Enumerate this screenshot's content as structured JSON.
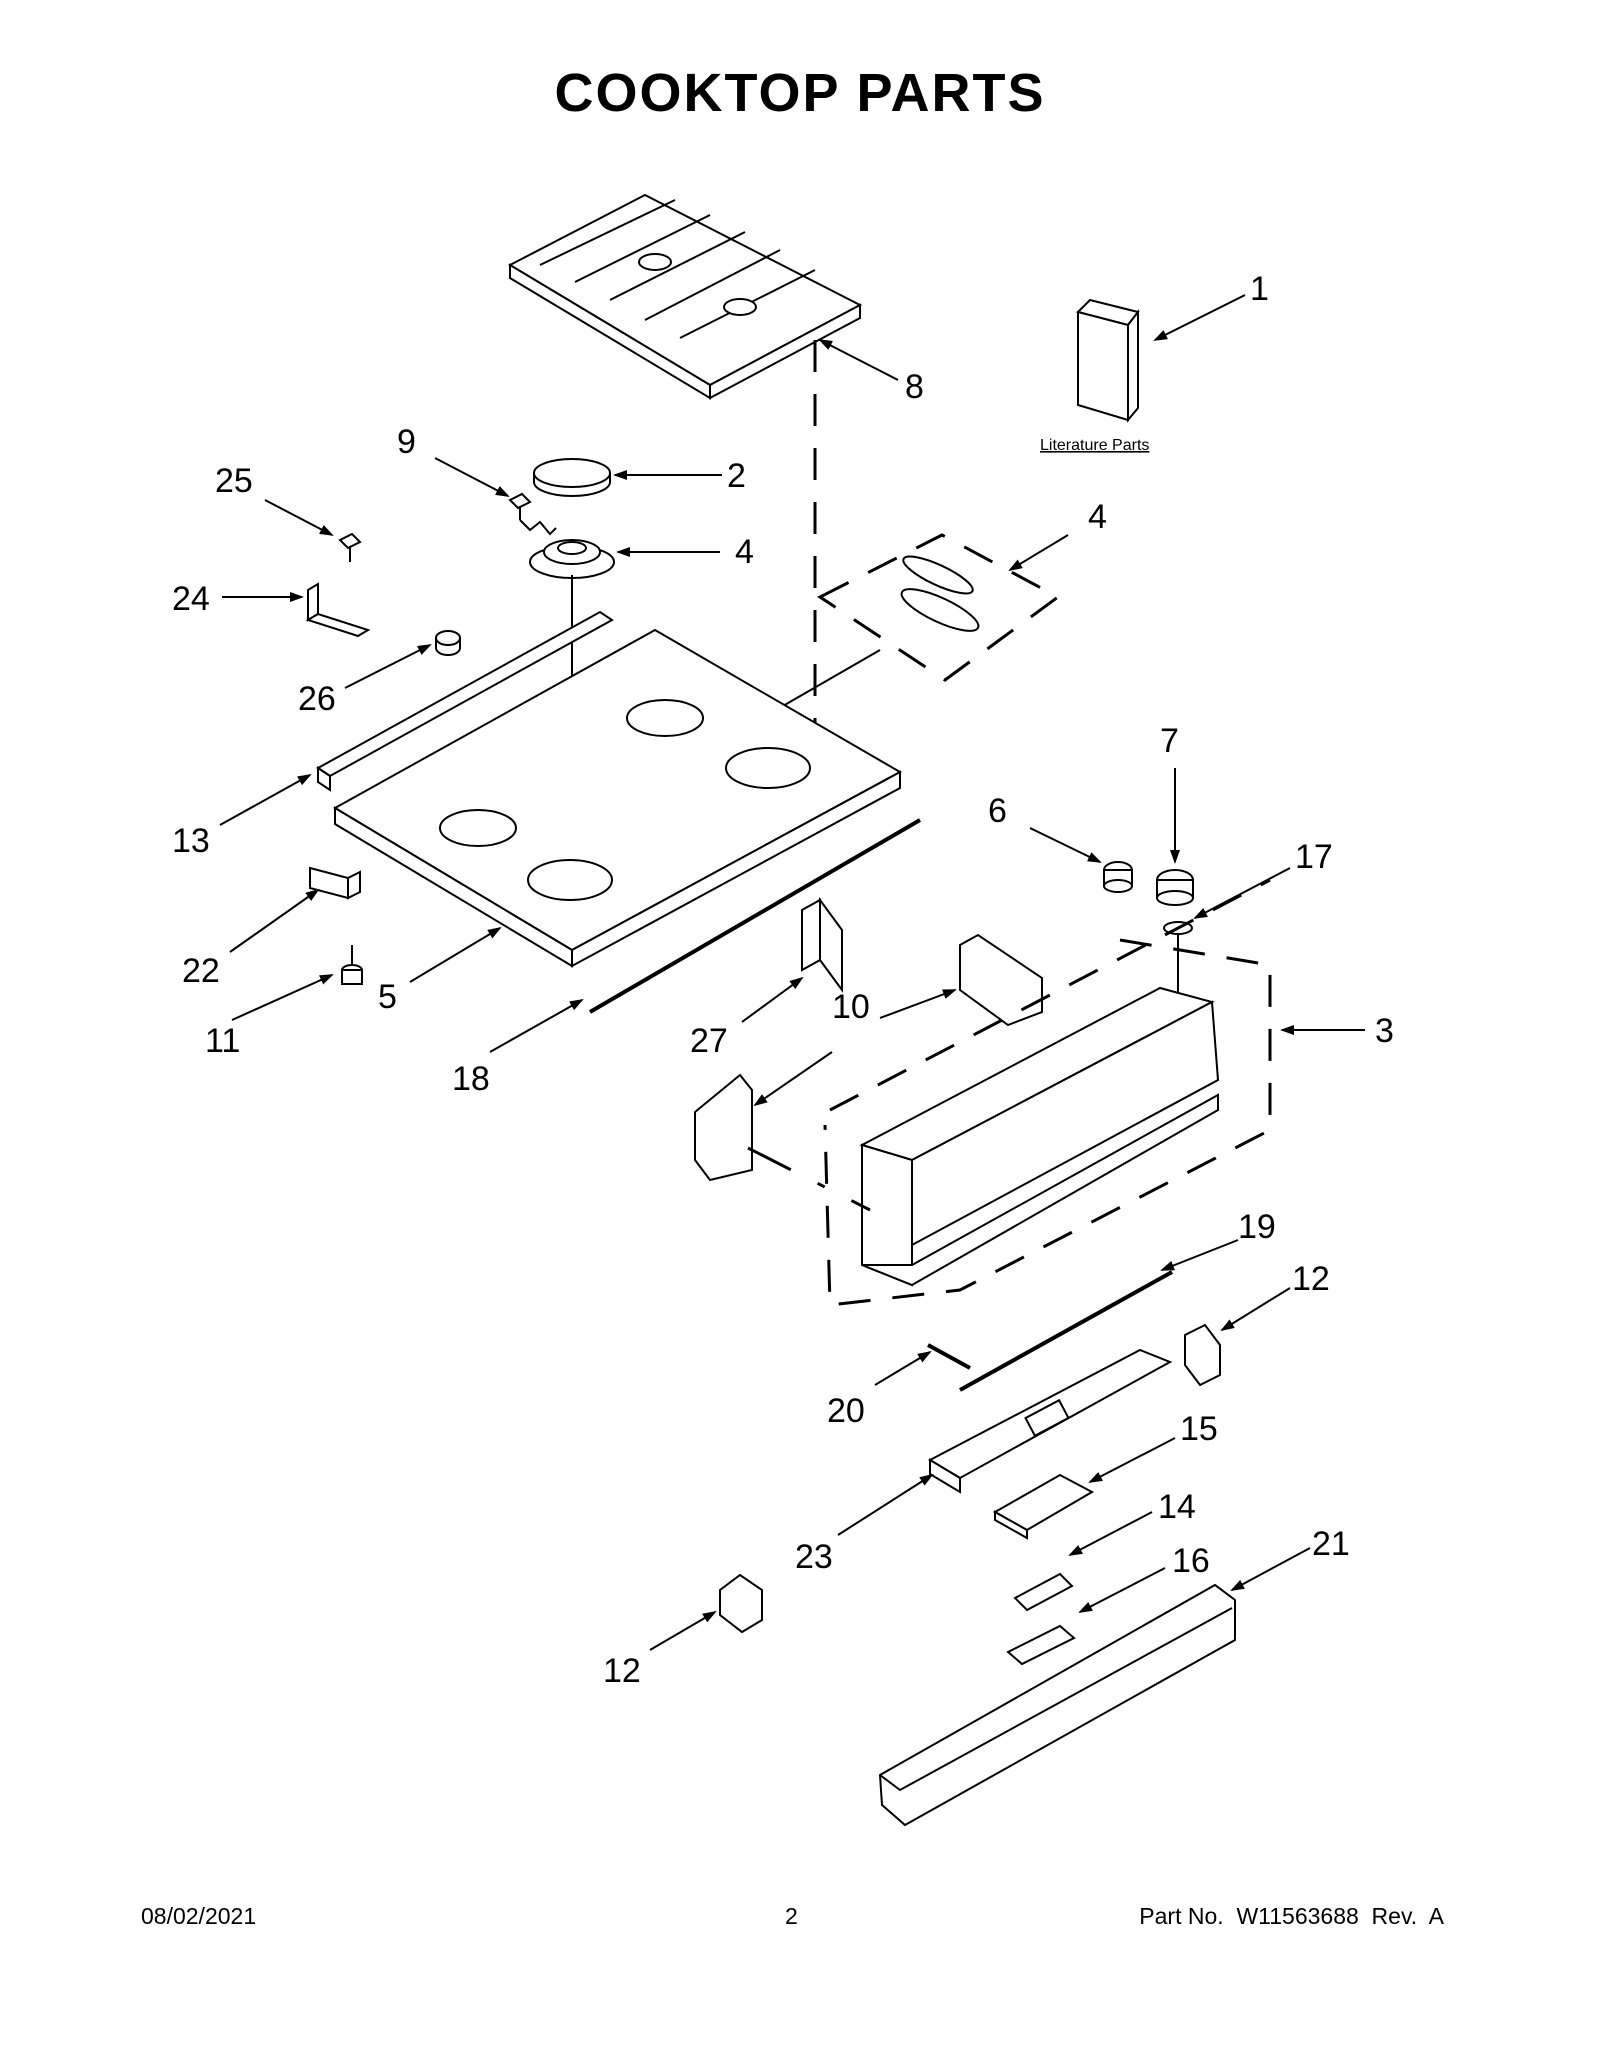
{
  "title": "COOKTOP PARTS",
  "literature_label": "Literature Parts",
  "callouts": {
    "c1": "1",
    "c2": "2",
    "c3": "3",
    "c4a": "4",
    "c4b": "4",
    "c5": "5",
    "c6": "6",
    "c7": "7",
    "c8": "8",
    "c9": "9",
    "c10a": "10",
    "c10b": "10",
    "c11": "11",
    "c12a": "12",
    "c12b": "12",
    "c13": "13",
    "c14": "14",
    "c15": "15",
    "c16": "16",
    "c17": "17",
    "c18": "18",
    "c19": "19",
    "c20": "20",
    "c21": "21",
    "c22": "22",
    "c23": "23",
    "c24": "24",
    "c25": "25",
    "c26": "26",
    "c27": "27"
  },
  "footer": {
    "date": "08/02/2021",
    "page": "2",
    "part": "Part No.  W11563688  Rev.  A"
  }
}
